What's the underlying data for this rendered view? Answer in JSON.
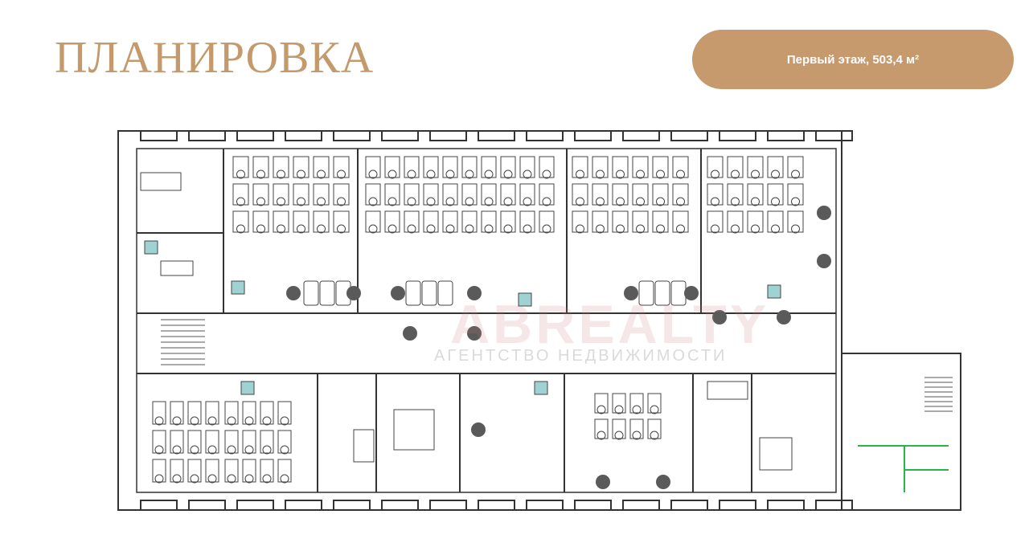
{
  "header": {
    "title": "ПЛАНИРОВКА",
    "floor_badge": "Первый этаж, 503,4 м²"
  },
  "watermark": {
    "brand": "ABREALTY",
    "tagline": "АГЕНТСТВО НЕДВИЖИМОСТИ"
  },
  "colors": {
    "accent": "#c69a6d",
    "title": "#c49a6c",
    "wall": "#333333",
    "plant": "#555555",
    "glass": "#9fd3d3",
    "wc_green": "#2bb24c"
  }
}
